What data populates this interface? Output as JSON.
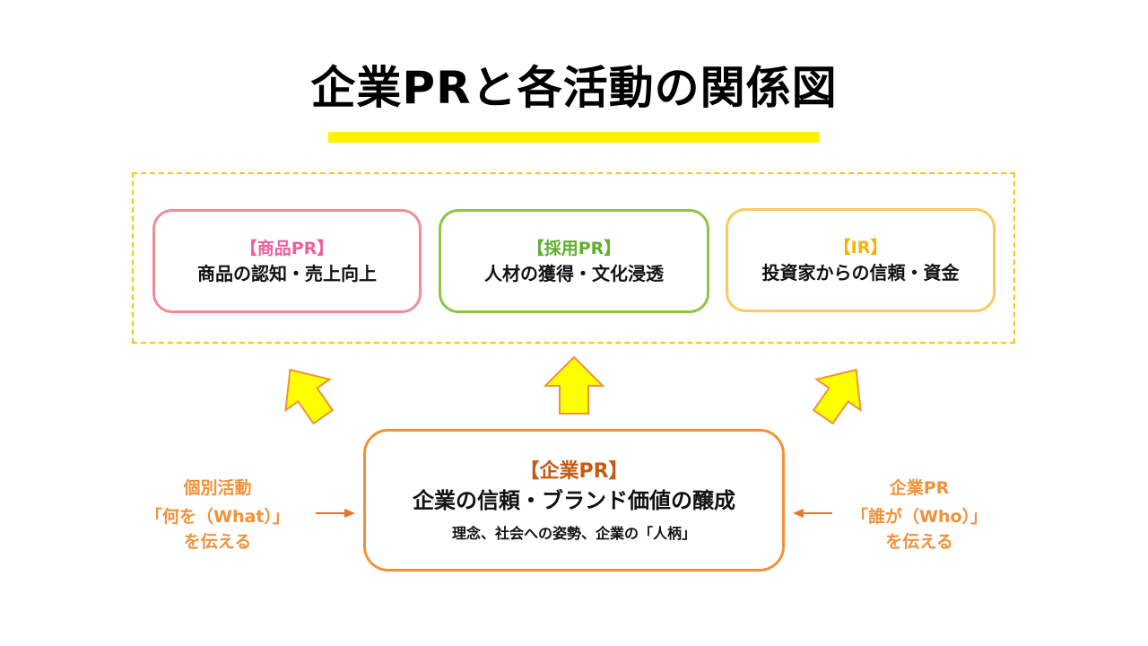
{
  "title": "企業PRと各活動の関係図",
  "colors": {
    "accent_yellow": "#FFF100",
    "dashed_border": "#F5C518",
    "product_pr": "#EE5F9E",
    "recruit_pr": "#5FAE2E",
    "ir": "#F5B400",
    "corporate_pr": "#C55A11",
    "side_text": "#F0923A",
    "arrow_fill": "#FFFF00",
    "arrow_stroke": "#F0923A"
  },
  "activities": [
    {
      "heading": "【商品PR】",
      "description": "商品の認知・売上向上"
    },
    {
      "heading": "【採用PR】",
      "description": "人材の獲得・文化浸透"
    },
    {
      "heading": "【IR】",
      "description": "投資家からの信頼・資金"
    }
  ],
  "core": {
    "heading": "【企業PR】",
    "description": "企業の信頼・ブランド価値の醸成",
    "subtext": "理念、社会への姿勢、企業の「人柄」"
  },
  "left_note": {
    "line1": "個別活動",
    "line2": "「何を（What）」",
    "line3": "を伝える"
  },
  "right_note": {
    "line1": "企業PR",
    "line2": "「誰が（Who）」",
    "line3": "を伝える"
  }
}
